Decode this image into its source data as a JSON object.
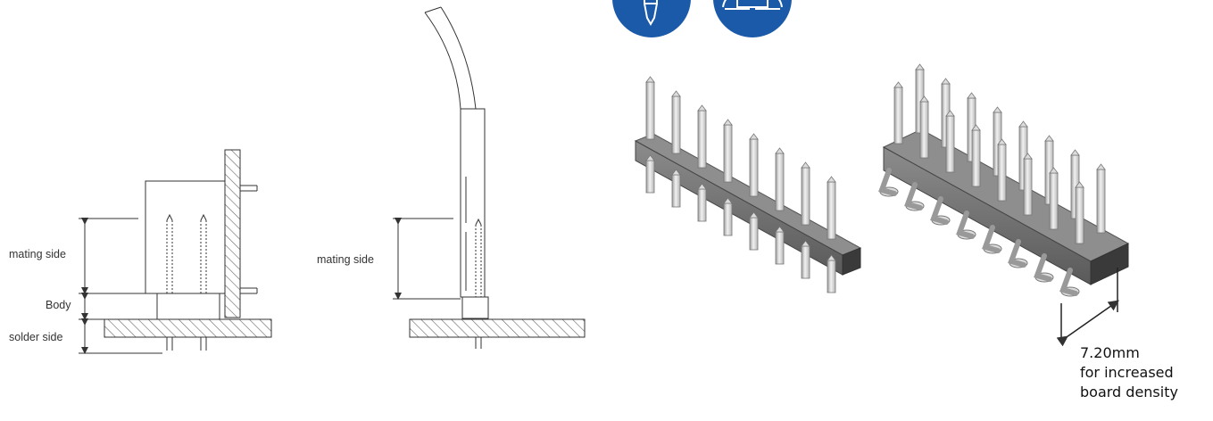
{
  "colors": {
    "line": "#333333",
    "hatch": "#555555",
    "badge_blue": "#1a5aa8",
    "pin_light": "#e6e6e6",
    "pin_dark": "#9a9a9a",
    "body_top": "#8a8a8a",
    "body_side": "#4a4a4a"
  },
  "icons": [
    "screwdriver-icon",
    "connector-icon"
  ],
  "diagram_left": {
    "labels": {
      "mating": "mating side",
      "body": "Body",
      "solder": "solder side"
    }
  },
  "diagram_middle": {
    "labels": {
      "mating": "mating side"
    }
  },
  "photos": {
    "single_row_pins": 8,
    "double_row_pins": 16
  },
  "caption": {
    "dimension": "7.20mm",
    "line2": "for increased",
    "line3": "board density"
  }
}
